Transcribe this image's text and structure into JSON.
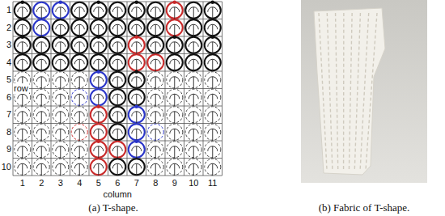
{
  "diagram": {
    "labels": [
      "1",
      "2",
      "3",
      "4",
      "5",
      "6",
      "7",
      "8",
      "9",
      "10",
      "row",
      "1",
      "2",
      "3",
      "4",
      "5",
      "6",
      "7",
      "8",
      "9",
      "10",
      "11",
      "column",
      "(a) T-shape.",
      "(b) Fabric of T-shape."
    ]
  }
}
